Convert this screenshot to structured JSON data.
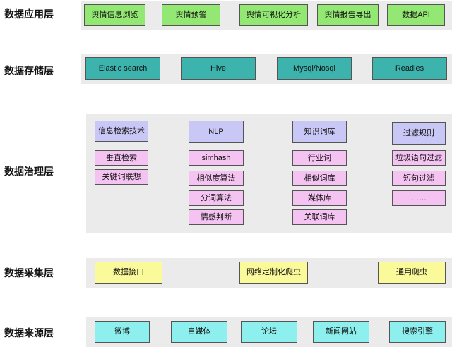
{
  "layers": {
    "application": {
      "label": "数据应用层",
      "items": [
        "舆情信息浏览",
        "舆情预警",
        "舆情可视化分析",
        "舆情报告导出",
        "数据API"
      ]
    },
    "storage": {
      "label": "数据存储层",
      "items": [
        "Elastic search",
        "Hive",
        "Mysql/Nosql",
        "Readies"
      ]
    },
    "governance": {
      "label": "数据治理层",
      "groups": [
        {
          "header": "信息检索技术",
          "items": [
            "垂直检索",
            "关键词联想"
          ]
        },
        {
          "header": "NLP",
          "items": [
            "simhash",
            "相似度算法",
            "分词算法",
            "情感判断"
          ]
        },
        {
          "header": "知识词库",
          "items": [
            "行业词",
            "相似词库",
            "媒体库",
            "关联词库"
          ]
        },
        {
          "header": "过滤规则",
          "items": [
            "垃圾语句过滤",
            "短句过滤",
            "……"
          ]
        }
      ]
    },
    "collection": {
      "label": "数据采集层",
      "items": [
        "数据接口",
        "网络定制化爬虫",
        "通用爬虫"
      ]
    },
    "source": {
      "label": "数据来源层",
      "items": [
        "微博",
        "自媒体",
        "论坛",
        "新闻网站",
        "搜索引擎"
      ]
    }
  },
  "colors": {
    "band": "#ebebeb",
    "application_box": "#92e872",
    "storage_box": "#3cb4ad",
    "governance_header": "#c9c7f5",
    "governance_item": "#f4c3f2",
    "collection_box": "#fbfa9a",
    "source_box": "#8ef0ee"
  }
}
